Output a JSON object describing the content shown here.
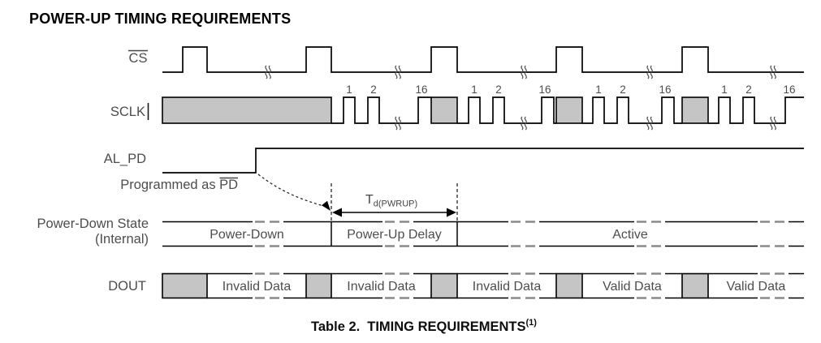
{
  "title": "POWER-UP TIMING REQUIREMENTS",
  "caption": {
    "label": "Table 2.",
    "title": "TIMING REQUIREMENTS",
    "footnote": "(1)"
  },
  "colors": {
    "shade": "#c5c5c5",
    "line": "#000000",
    "label_text": "#4d4d4d",
    "break_dash": "#8a8a8a"
  },
  "signals": {
    "cs": {
      "label": "CS"
    },
    "sclk": {
      "label": "SCLK",
      "clock_groups": [
        [
          "1",
          "2",
          "16"
        ],
        [
          "1",
          "2",
          "16"
        ],
        [
          "1",
          "2",
          "16"
        ],
        [
          "1",
          "2",
          "16"
        ]
      ]
    },
    "al_pd": {
      "label": "AL_PD",
      "sublabel_prefix": "Programmed as",
      "sublabel_signal": "PD"
    },
    "power_down_state": {
      "label_line1": "Power-Down State",
      "label_line2": "(Internal)",
      "states": [
        "Power-Down",
        "Power-Up Delay",
        "Active"
      ]
    },
    "dout": {
      "label": "DOUT",
      "segments": [
        "Invalid Data",
        "Invalid Data",
        "Invalid Data",
        "Valid Data",
        "Valid Data"
      ]
    }
  },
  "annotations": {
    "delay_symbol": "T",
    "delay_subscript": "d(PWRUP)"
  }
}
